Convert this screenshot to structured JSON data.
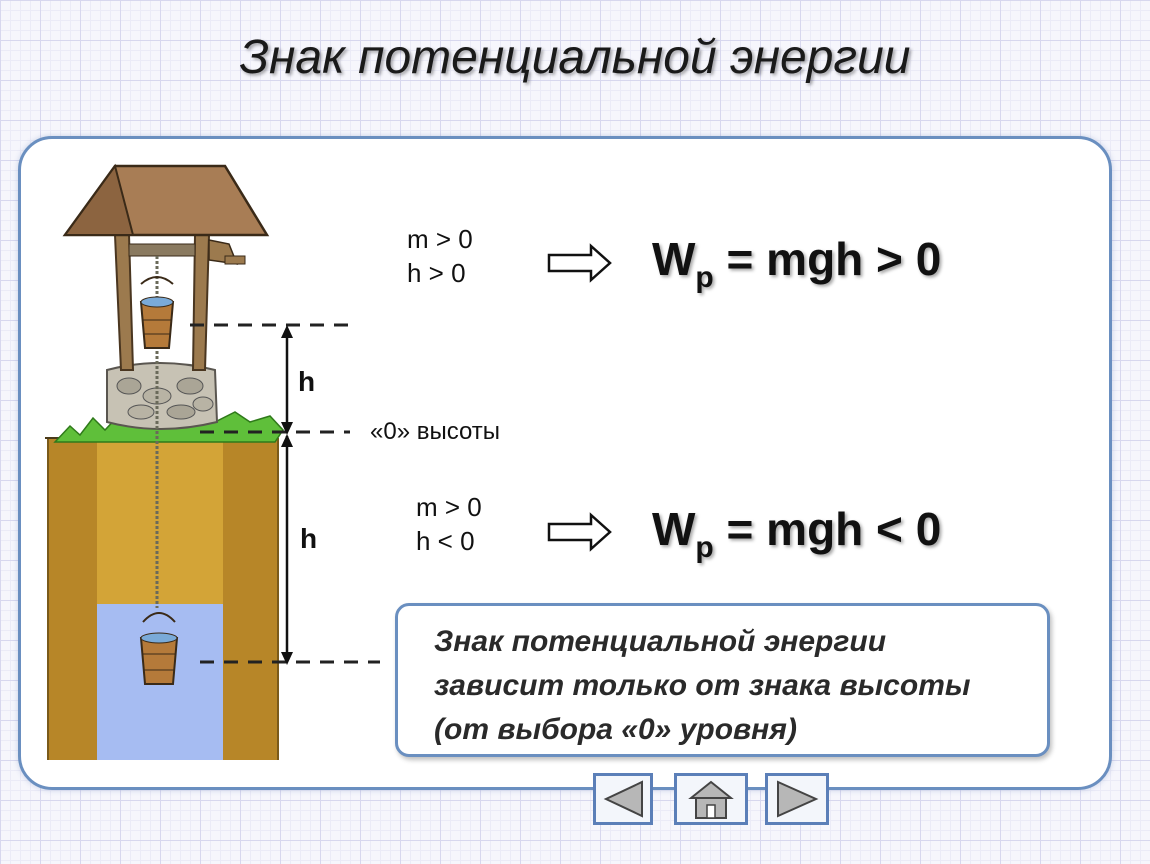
{
  "title": "Знак потенциальной энергии",
  "upper": {
    "cond1": "m > 0",
    "cond2": "h > 0",
    "formula_main": "W",
    "formula_sub": "p",
    "formula_rest": " = mgh > 0"
  },
  "lower": {
    "cond1": "m > 0",
    "cond2": "h < 0",
    "formula_main": "W",
    "formula_sub": "p",
    "formula_rest": " = mgh < 0"
  },
  "h_upper": "h",
  "h_lower": "h",
  "zero_label": "«0» высоты",
  "note": {
    "line1": "Знак потенциальной энергии",
    "line2": "зависит только от знака высоты",
    "line3": "(от выбора «0» уровня)"
  },
  "nav": {
    "prev_icon": "triangle-left-icon",
    "home_icon": "house-icon",
    "next_icon": "triangle-right-icon"
  },
  "colors": {
    "accent_border": "#6a8fc0",
    "nav_arrow": "#b7b7b7",
    "water": "#a6bcf2",
    "soil": "#b78628"
  }
}
